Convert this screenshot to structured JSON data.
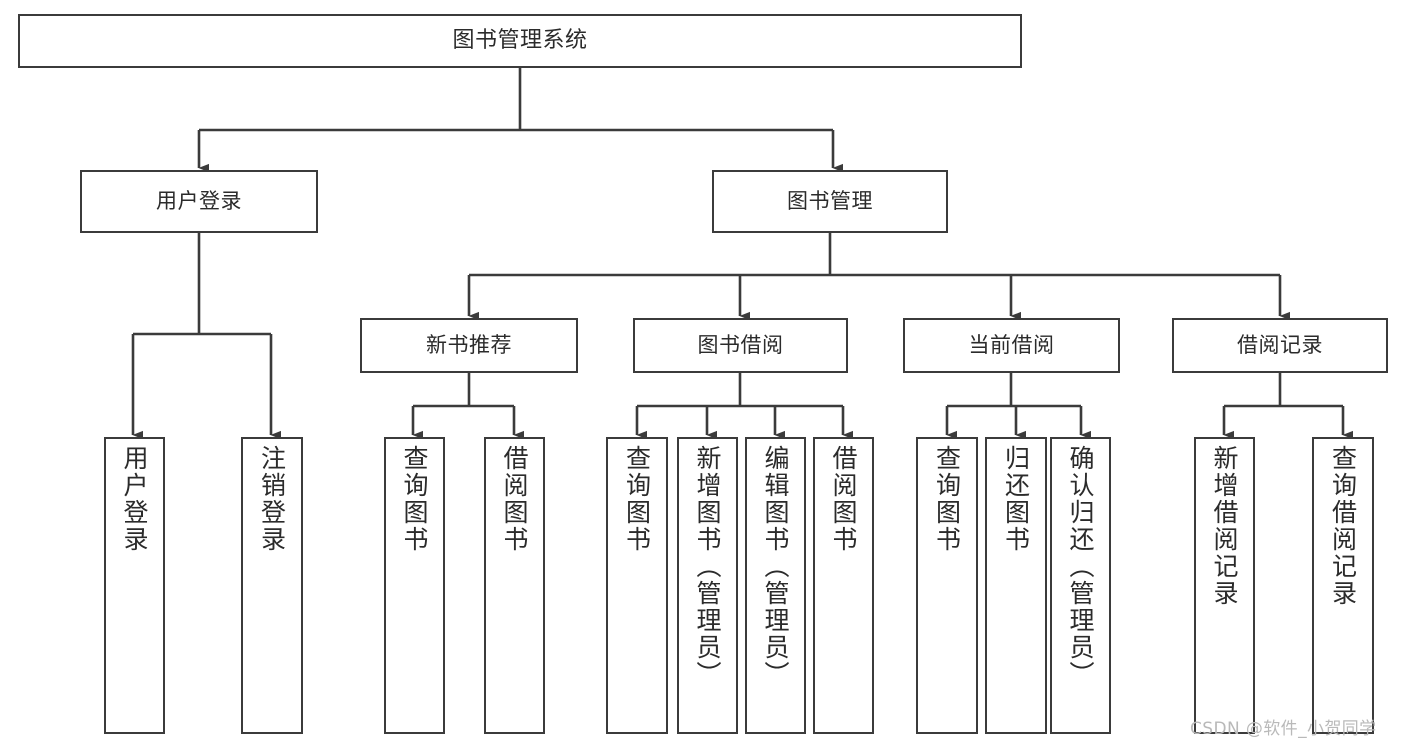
{
  "diagram": {
    "title": "图书管理系统",
    "type": "hierarchy-tree",
    "orientation": "top-down",
    "colors": {
      "background": "#ffffff",
      "box_border": "#3b3b3b",
      "box_fill": "#ffffff",
      "connector": "#3b3b3b",
      "text": "#2b2b2b",
      "watermark": "#b9b9b9"
    },
    "watermark": "CSDN @软件_小贺同学",
    "levels": {
      "root": {
        "label": "图书管理系统"
      },
      "level2": [
        {
          "label": "用户登录"
        },
        {
          "label": "图书管理"
        }
      ],
      "level3": [
        {
          "label": "新书推荐"
        },
        {
          "label": "图书借阅"
        },
        {
          "label": "当前借阅"
        },
        {
          "label": "借阅记录"
        }
      ],
      "leaves": {
        "user_login": [
          {
            "label": "用户登录"
          },
          {
            "label": "注销登录"
          }
        ],
        "new_book_recommend": [
          {
            "label": "查询图书"
          },
          {
            "label": "借阅图书"
          }
        ],
        "book_borrow": [
          {
            "label": "查询图书"
          },
          {
            "label": "新增图书（管理员）"
          },
          {
            "label": "编辑图书（管理员）"
          },
          {
            "label": "借阅图书"
          }
        ],
        "current_borrow": [
          {
            "label": "查询图书"
          },
          {
            "label": "归还图书"
          },
          {
            "label": "确认归还（管理员）"
          }
        ],
        "borrow_record": [
          {
            "label": "新增借阅记录"
          },
          {
            "label": "查询借阅记录"
          }
        ]
      }
    }
  }
}
